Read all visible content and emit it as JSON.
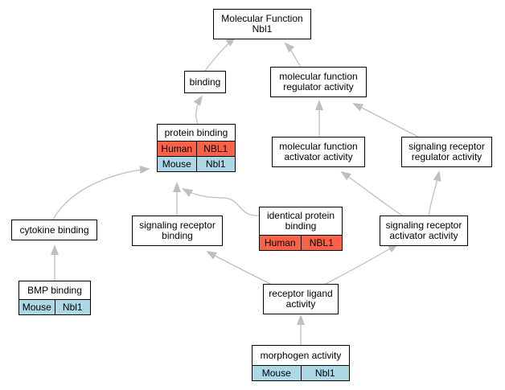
{
  "colors": {
    "human": "#fa6247",
    "mouse": "#add8e6",
    "edge": "#bfbfbf",
    "border": "#000000"
  },
  "nodes": {
    "mf_root": {
      "label": "Molecular Function\nNbl1"
    },
    "binding": {
      "label": "binding"
    },
    "mf_regulator": {
      "label": "molecular function\nregulator activity"
    },
    "protein_binding": {
      "label": "protein binding",
      "rows": [
        {
          "organism": "Human",
          "gene": "NBL1"
        },
        {
          "organism": "Mouse",
          "gene": "Nbl1"
        }
      ]
    },
    "mf_activator": {
      "label": "molecular function\nactivator activity"
    },
    "sig_rec_regulator": {
      "label": "signaling receptor\nregulator activity"
    },
    "cytokine_binding": {
      "label": "cytokine binding"
    },
    "sig_rec_binding": {
      "label": "signaling receptor\nbinding"
    },
    "identical_protein_binding": {
      "label": "identical protein\nbinding",
      "rows": [
        {
          "organism": "Human",
          "gene": "NBL1"
        }
      ]
    },
    "sig_rec_activator": {
      "label": "signaling receptor\nactivator activity"
    },
    "bmp_binding": {
      "label": "BMP binding",
      "rows": [
        {
          "organism": "Mouse",
          "gene": "Nbl1"
        }
      ]
    },
    "receptor_ligand": {
      "label": "receptor ligand\nactivity"
    },
    "morphogen": {
      "label": "morphogen activity",
      "rows": [
        {
          "organism": "Mouse",
          "gene": "Nbl1"
        }
      ]
    }
  },
  "edges": [
    {
      "from": "binding",
      "to": "mf_root"
    },
    {
      "from": "mf_regulator",
      "to": "mf_root"
    },
    {
      "from": "protein_binding",
      "to": "binding"
    },
    {
      "from": "mf_activator",
      "to": "mf_regulator"
    },
    {
      "from": "sig_rec_regulator",
      "to": "mf_regulator"
    },
    {
      "from": "cytokine_binding",
      "to": "protein_binding"
    },
    {
      "from": "sig_rec_binding",
      "to": "protein_binding"
    },
    {
      "from": "identical_protein_binding",
      "to": "protein_binding"
    },
    {
      "from": "sig_rec_activator",
      "to": "mf_activator"
    },
    {
      "from": "sig_rec_activator",
      "to": "sig_rec_regulator"
    },
    {
      "from": "bmp_binding",
      "to": "cytokine_binding"
    },
    {
      "from": "receptor_ligand",
      "to": "sig_rec_binding"
    },
    {
      "from": "receptor_ligand",
      "to": "sig_rec_activator"
    },
    {
      "from": "morphogen",
      "to": "receptor_ligand"
    }
  ]
}
